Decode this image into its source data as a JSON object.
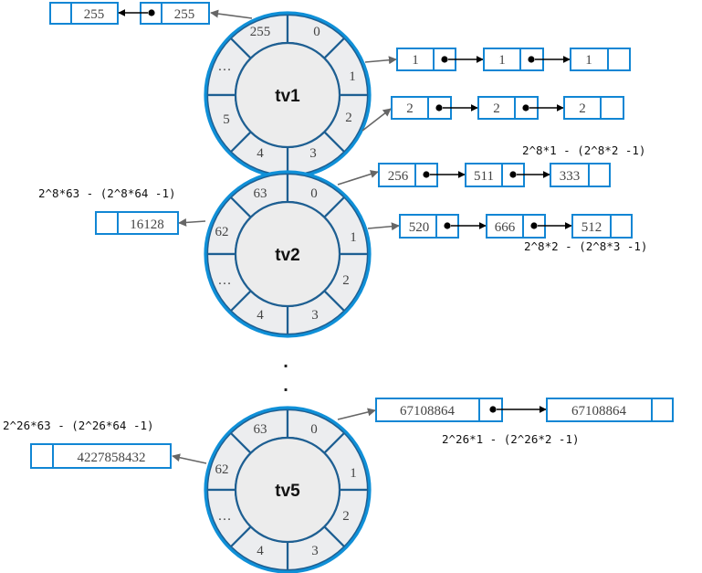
{
  "wheels": {
    "tv1": {
      "name": "tv1",
      "slots": [
        "255",
        "0",
        "1",
        "2",
        "3",
        "4",
        "5",
        "…"
      ]
    },
    "tv2": {
      "name": "tv2",
      "slots": [
        "63",
        "0",
        "1",
        "2",
        "3",
        "4",
        "…",
        "62"
      ]
    },
    "tv5": {
      "name": "tv5",
      "slots": [
        "63",
        "0",
        "1",
        "2",
        "3",
        "4",
        "…",
        "62"
      ]
    }
  },
  "lists": {
    "tv1_top": [
      "255",
      "255"
    ],
    "tv1_slot1": [
      "1",
      "1",
      "1"
    ],
    "tv1_slot2": [
      "2",
      "2",
      "2"
    ],
    "tv2_slot0": [
      "256",
      "511",
      "333"
    ],
    "tv2_slot1": [
      "520",
      "666",
      "512"
    ],
    "tv2_slot62": [
      "16128"
    ],
    "tv5_slot0": [
      "67108864",
      "67108864"
    ],
    "tv5_slot62": [
      "4227858432"
    ]
  },
  "ranges": {
    "tv2_slot0": "2^8*1 - (2^8*2 -1)",
    "tv2_slot1": "2^8*2 - (2^8*3 -1)",
    "tv2_slot63": "2^8*63 - (2^8*64 -1)",
    "tv5_slot0": "2^26*1 - (2^26*2 -1)",
    "tv5_slot63": "2^26*63 - (2^26*64 -1)"
  },
  "ellipsis": {
    "dot1": ".",
    "dot2": "."
  },
  "colors": {
    "ring": "#0f90d8",
    "segment_stroke": "#1e5f92",
    "cell_border": "#1186d4",
    "segment_fill": "#ecedef"
  }
}
